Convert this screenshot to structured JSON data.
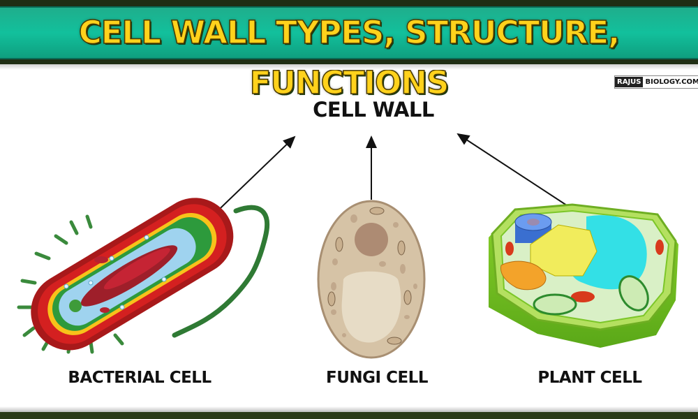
{
  "banner": {
    "title": "CELL WALL TYPES, STRUCTURE, FUNCTIONS"
  },
  "watermark": {
    "part1": "RAJUS",
    "part2": "BIOLOGY.COM"
  },
  "diagram": {
    "center_label": "CELL WALL",
    "cells": [
      {
        "label": "BACTERIAL CELL"
      },
      {
        "label": "FUNGI CELL"
      },
      {
        "label": "PLANT CELL"
      }
    ]
  },
  "colors": {
    "banner_bg": "#12c09c",
    "banner_text": "#ffd21c",
    "bacteria_outer": "#c81e1e",
    "fungi_body": "#d2bd9e",
    "plant_wall": "#7cc628"
  }
}
